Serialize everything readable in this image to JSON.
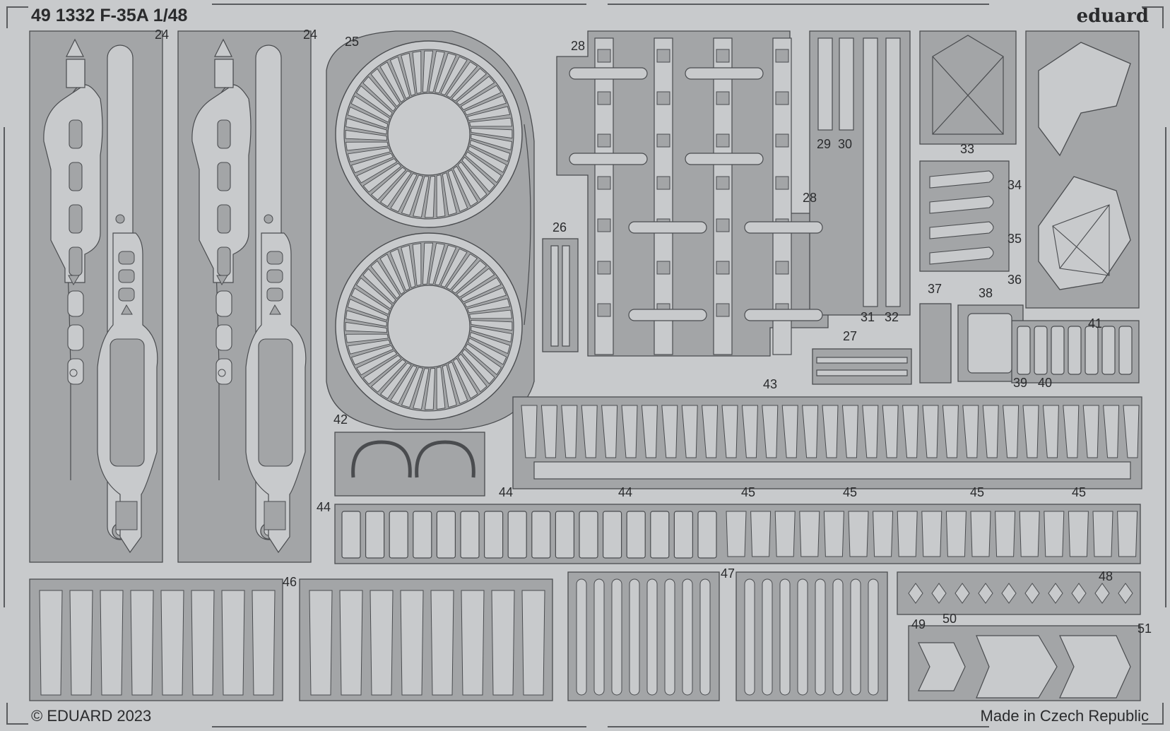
{
  "header": {
    "title": "49 1332 F-35A 1/48",
    "brand": "eduard"
  },
  "footer": {
    "copyright": "© EDUARD 2023",
    "origin": "Made in Czech Republic"
  },
  "colors": {
    "sheet": "#c8cacc",
    "part": "#a3a5a7",
    "line": "#4a4c4f",
    "text": "#2a2b2d"
  },
  "part_numbers": [
    "24",
    "24",
    "25",
    "26",
    "27",
    "28",
    "28",
    "29",
    "30",
    "31",
    "32",
    "33",
    "34",
    "35",
    "36",
    "37",
    "38",
    "39",
    "40",
    "41",
    "42",
    "43",
    "44",
    "44",
    "44",
    "45",
    "45",
    "45",
    "45",
    "46",
    "47",
    "48",
    "49",
    "50",
    "51"
  ]
}
